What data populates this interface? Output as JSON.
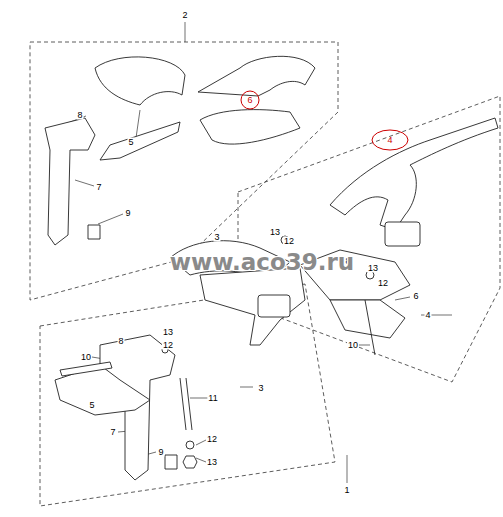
{
  "diagram": {
    "labels": [
      "2",
      "8",
      "6",
      "5",
      "7",
      "9",
      "4",
      "13",
      "12",
      "3",
      "8",
      "13",
      "12",
      "6",
      "4",
      "10",
      "10",
      "8",
      "13",
      "12",
      "5",
      "3",
      "7",
      "11",
      "12",
      "9",
      "13",
      "1",
      "www.aco39.ru"
    ]
  }
}
